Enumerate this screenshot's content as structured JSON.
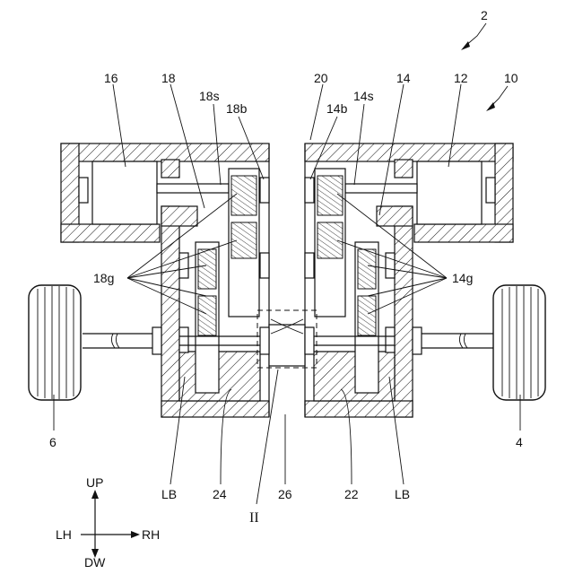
{
  "labels": {
    "n2": "2",
    "n10": "10",
    "n16": "16",
    "n18": "18",
    "n20": "20",
    "n14": "14",
    "n12": "12",
    "n18s": "18s",
    "n18b": "18b",
    "n14b": "14b",
    "n14s": "14s",
    "n18g": "18g",
    "n14g": "14g",
    "n6": "6",
    "n4": "4",
    "lb_left": "LB",
    "n24": "24",
    "n26": "26",
    "n22": "22",
    "lb_right": "LB",
    "section": "II"
  },
  "axes": {
    "up": "UP",
    "down": "DW",
    "left": "LH",
    "right": "RH"
  }
}
